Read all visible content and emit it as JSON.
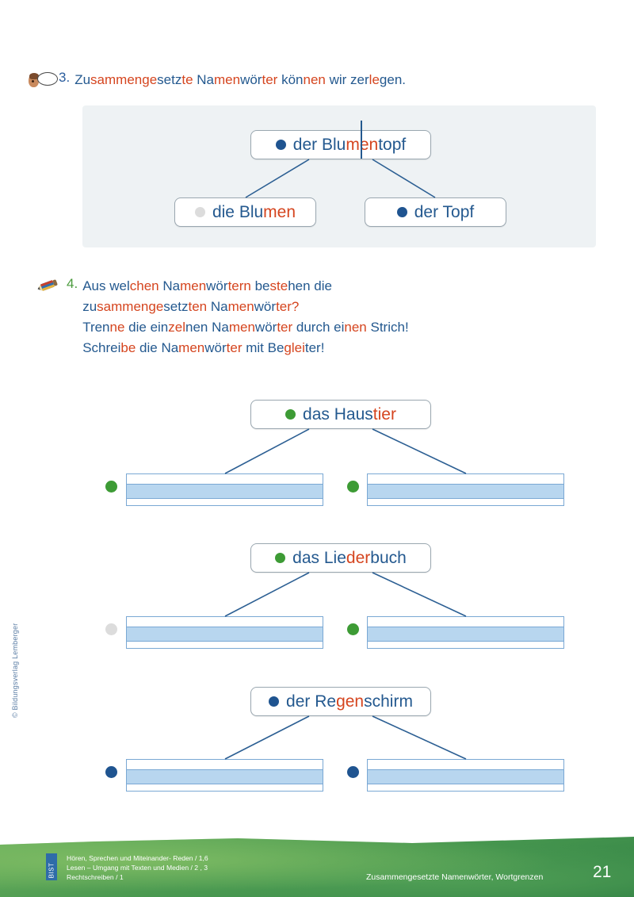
{
  "page": {
    "copyright": "© Bildungsverlag Lemberger",
    "page_number": "21",
    "footer_title": "Zusammengesetzte Namenwörter, Wortgrenzen",
    "bist_label": "BIST",
    "bist_lines": [
      "Hören, Sprechen und Miteinander- Reden / 1,6",
      "Lesen – Umgang mit Texten und Medien / 2 , 3",
      "Rechtschreiben / 1"
    ]
  },
  "colors": {
    "syllable_blue": "#24598f",
    "syllable_red": "#d5451f",
    "dot_blue": "#1f5490",
    "dot_green": "#3d9b35",
    "dot_gray": "#dcdcdc",
    "panel_bg": "#eef2f4",
    "ruler_band": "#b8d6ef",
    "ruler_border": "#7aa8d4",
    "footer_green": "#45954e",
    "bist_badge": "#2e6ca8"
  },
  "exercise3": {
    "number": "3.",
    "icon": "speech-bubble-icon",
    "heading_plain": "Zusammengesetzte Namenwörter können wir zerlegen.",
    "heading_parts": [
      {
        "t": "Zu",
        "c": "b"
      },
      {
        "t": "sam",
        "c": "r"
      },
      {
        "t": "men",
        "c": "r"
      },
      {
        "t": "ge",
        "c": "r"
      },
      {
        "t": "setz",
        "c": "b"
      },
      {
        "t": "te",
        "c": "r"
      },
      {
        "t": " ",
        "c": "b"
      },
      {
        "t": "Na",
        "c": "b"
      },
      {
        "t": "men",
        "c": "r"
      },
      {
        "t": "wör",
        "c": "b"
      },
      {
        "t": "ter",
        "c": "r"
      },
      {
        "t": " ",
        "c": "b"
      },
      {
        "t": "kön",
        "c": "b"
      },
      {
        "t": "nen",
        "c": "r"
      },
      {
        "t": " ",
        "c": "b"
      },
      {
        "t": "wir",
        "c": "b"
      },
      {
        "t": " ",
        "c": "b"
      },
      {
        "t": "zer",
        "c": "b"
      },
      {
        "t": "le",
        "c": "r"
      },
      {
        "t": "gen.",
        "c": "b"
      }
    ],
    "top_card": {
      "dot": "blue",
      "text": "der Blumentopf",
      "parts": [
        {
          "t": "der ",
          "c": "b"
        },
        {
          "t": "Blu",
          "c": "b"
        },
        {
          "t": "men",
          "c": "r"
        },
        {
          "t": "topf",
          "c": "b"
        }
      ],
      "has_split_line": true
    },
    "left_card": {
      "dot": "gray",
      "text": "die Blumen",
      "parts": [
        {
          "t": "die ",
          "c": "b"
        },
        {
          "t": "Blu",
          "c": "b"
        },
        {
          "t": "men",
          "c": "r"
        }
      ]
    },
    "right_card": {
      "dot": "blue",
      "text": "der Topf",
      "parts": [
        {
          "t": "der ",
          "c": "b"
        },
        {
          "t": "Topf",
          "c": "b"
        }
      ]
    }
  },
  "exercise4": {
    "number": "4.",
    "icon": "pencil-icon",
    "heading_lines": [
      [
        {
          "t": "Aus ",
          "c": "b"
        },
        {
          "t": "wel",
          "c": "b"
        },
        {
          "t": "chen",
          "c": "r"
        },
        {
          "t": " ",
          "c": "b"
        },
        {
          "t": "Na",
          "c": "b"
        },
        {
          "t": "men",
          "c": "r"
        },
        {
          "t": "wör",
          "c": "b"
        },
        {
          "t": "tern",
          "c": "r"
        },
        {
          "t": " ",
          "c": "b"
        },
        {
          "t": "be",
          "c": "b"
        },
        {
          "t": "ste",
          "c": "r"
        },
        {
          "t": "hen",
          "c": "b"
        },
        {
          "t": " die",
          "c": "b"
        }
      ],
      [
        {
          "t": "zu",
          "c": "b"
        },
        {
          "t": "sam",
          "c": "r"
        },
        {
          "t": "men",
          "c": "r"
        },
        {
          "t": "ge",
          "c": "r"
        },
        {
          "t": "setz",
          "c": "b"
        },
        {
          "t": "ten",
          "c": "r"
        },
        {
          "t": " ",
          "c": "b"
        },
        {
          "t": "Na",
          "c": "b"
        },
        {
          "t": "men",
          "c": "r"
        },
        {
          "t": "wör",
          "c": "b"
        },
        {
          "t": "ter?",
          "c": "r"
        }
      ],
      [
        {
          "t": "Tren",
          "c": "b"
        },
        {
          "t": "ne",
          "c": "r"
        },
        {
          "t": " die ",
          "c": "b"
        },
        {
          "t": "ein",
          "c": "b"
        },
        {
          "t": "zel",
          "c": "r"
        },
        {
          "t": "nen",
          "c": "b"
        },
        {
          "t": " ",
          "c": "b"
        },
        {
          "t": "Na",
          "c": "b"
        },
        {
          "t": "men",
          "c": "r"
        },
        {
          "t": "wör",
          "c": "b"
        },
        {
          "t": "ter",
          "c": "r"
        },
        {
          "t": " durch ",
          "c": "b"
        },
        {
          "t": "ei",
          "c": "b"
        },
        {
          "t": "nen",
          "c": "r"
        },
        {
          "t": " Strich!",
          "c": "b"
        }
      ],
      [
        {
          "t": "Schrei",
          "c": "b"
        },
        {
          "t": "be",
          "c": "r"
        },
        {
          "t": " die ",
          "c": "b"
        },
        {
          "t": "Na",
          "c": "b"
        },
        {
          "t": "men",
          "c": "r"
        },
        {
          "t": "wör",
          "c": "b"
        },
        {
          "t": "ter",
          "c": "r"
        },
        {
          "t": " mit ",
          "c": "b"
        },
        {
          "t": "Be",
          "c": "b"
        },
        {
          "t": "glei",
          "c": "r"
        },
        {
          "t": "ter!",
          "c": "b"
        }
      ]
    ],
    "heading_plain": [
      "Aus welchen Namenwörtern bestehen die",
      "zusammengesetzten Namenwörter?",
      "Trenne die einzelnen Namenwörter durch einen Strich!",
      "Schreibe die Namenwörter mit Begleiter!"
    ],
    "items": [
      {
        "id": "haustier",
        "card": {
          "dot": "green",
          "text": "das Haustier",
          "parts": [
            {
              "t": "das ",
              "c": "b"
            },
            {
              "t": "Haus",
              "c": "b"
            },
            {
              "t": "tier",
              "c": "r"
            }
          ]
        },
        "left_dot": "green",
        "right_dot": "green",
        "left_answer": "",
        "right_answer": ""
      },
      {
        "id": "liederbuch",
        "card": {
          "dot": "green",
          "text": "das Liederbuch",
          "parts": [
            {
              "t": "das ",
              "c": "b"
            },
            {
              "t": "Lie",
              "c": "b"
            },
            {
              "t": "der",
              "c": "r"
            },
            {
              "t": "buch",
              "c": "b"
            }
          ]
        },
        "left_dot": "gray",
        "right_dot": "green",
        "left_answer": "",
        "right_answer": ""
      },
      {
        "id": "regenschirm",
        "card": {
          "dot": "blue",
          "text": "der Regenschirm",
          "parts": [
            {
              "t": "der ",
              "c": "b"
            },
            {
              "t": "Re",
              "c": "b"
            },
            {
              "t": "gen",
              "c": "r"
            },
            {
              "t": "schirm",
              "c": "b"
            }
          ]
        },
        "left_dot": "blue",
        "right_dot": "blue",
        "left_answer": "",
        "right_answer": ""
      }
    ]
  }
}
